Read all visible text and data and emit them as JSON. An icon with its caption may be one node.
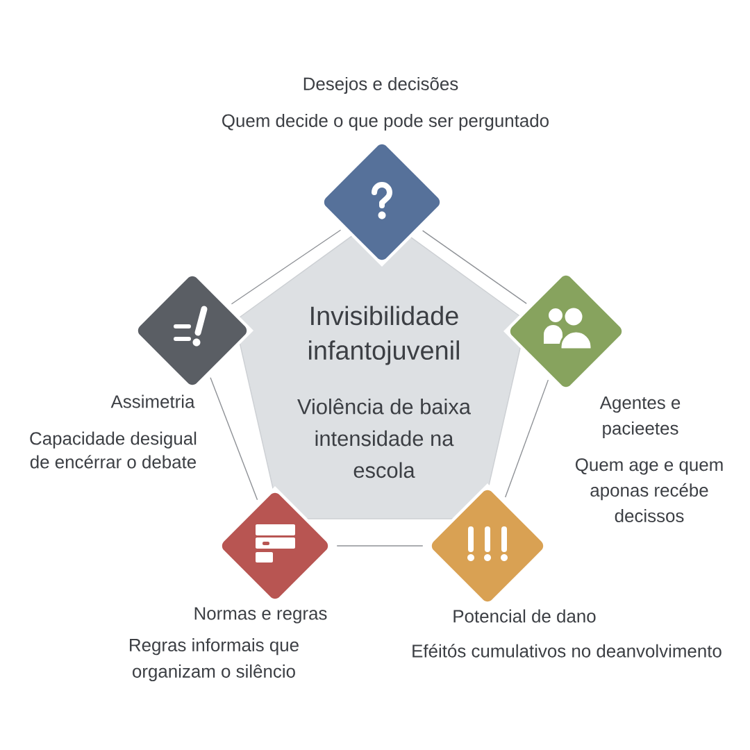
{
  "diagram": {
    "nodes": [
      {
        "text": [
          "Invisibilidade infantojuvenil",
          "Violência de baixa intensidade na escola"
        ]
      },
      {
        "text": [
          "Desejos e decisões",
          "Quem decide o que pode ser perguntado"
        ]
      },
      {
        "text": [
          "Assimetria",
          "Capacidade desigual de encérrar o debate"
        ]
      },
      {
        "text": [
          "Agentes e pacieetes",
          "Quem age e quem aponas recébe decissos"
        ]
      },
      {
        "text": [
          "Normas e regras",
          "Regras informais que organizam o silêncio"
        ]
      },
      {
        "text": [
          "Potencial de dano",
          "Eféitós cumulativos no deanvolvimento"
        ]
      }
    ],
    "edges": [
      {
        "from": 1,
        "to": 2,
        "arrow": "none"
      },
      {
        "from": 1,
        "to": 3,
        "arrow": "none"
      },
      {
        "from": 2,
        "to": 4,
        "arrow": "none"
      },
      {
        "from": 3,
        "to": 5,
        "arrow": "none"
      },
      {
        "from": 4,
        "to": 5,
        "arrow": "none"
      }
    ]
  }
}
